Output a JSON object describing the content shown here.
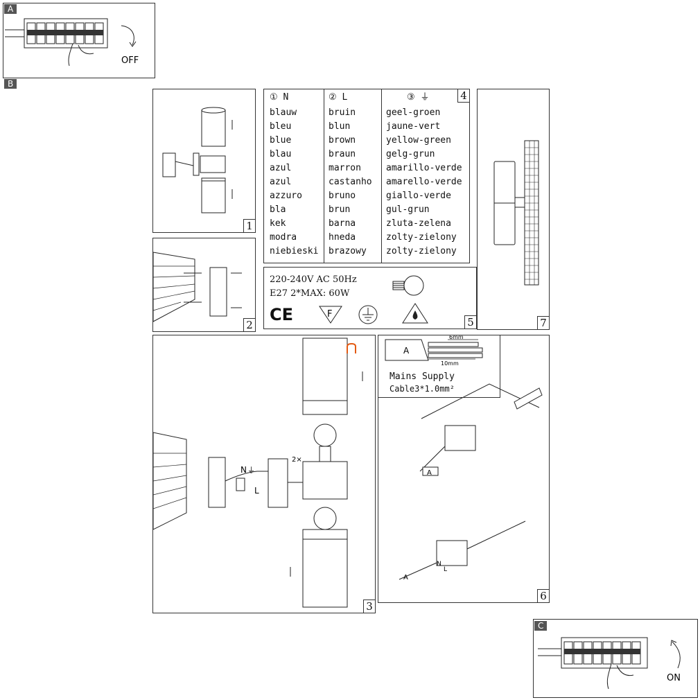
{
  "step_a": {
    "tag": "A",
    "label": "OFF"
  },
  "step_b": {
    "tag": "B"
  },
  "step_c": {
    "tag": "C",
    "label": "ON"
  },
  "panel_numbers": {
    "p1": "1",
    "p2": "2",
    "p3": "3",
    "p4": "4",
    "p5": "5",
    "p6": "6",
    "p7": "7"
  },
  "wire_table": {
    "col_n": {
      "marker": "①",
      "header": "N",
      "items": [
        "blauw",
        "bleu",
        "blue",
        "blau",
        "azul",
        "azul",
        "azzuro",
        "bla",
        "kek",
        "modra",
        "niebieski"
      ]
    },
    "col_l": {
      "marker": "②",
      "header": "L",
      "items": [
        "bruin",
        "blun",
        "brown",
        "braun",
        "marron",
        "castanho",
        "bruno",
        "brun",
        "barna",
        "hneda",
        "brazowy"
      ]
    },
    "col_earth": {
      "marker": "③",
      "header": "⏚",
      "items": [
        "geel-groen",
        "jaune-vert",
        "yellow-green",
        "gelg-grun",
        "amarillo-verde",
        "amarello-verde",
        "giallo-verde",
        "gul-grun",
        "zluta-zelena",
        "zolty-zielony",
        "zolty-zielony"
      ]
    }
  },
  "spec": {
    "line1": "220-240V AC 50Hz",
    "line2": "E27 2*MAX: 60W",
    "ce_mark": "CE",
    "f_mark": "F"
  },
  "cable": {
    "label_a": "A",
    "dim_top": "6mm",
    "dim_bottom": "10mm",
    "caption_line1": "Mains Supply",
    "caption_line2": "Cable3*1.0mm²"
  },
  "panel3_labels": {
    "n": "N",
    "l": "L",
    "earth": "⏚",
    "screws": "2×"
  },
  "panel6_labels": {
    "a": "A",
    "n": "N",
    "l": "L"
  },
  "colors": {
    "line": "#222222",
    "accent": "#e35a12",
    "tag_bg": "#555555"
  }
}
